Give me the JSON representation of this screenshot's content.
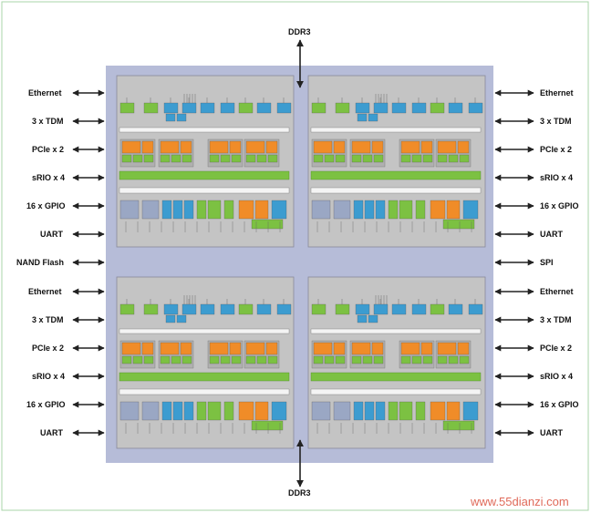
{
  "diagram": {
    "ddr_top": "DDR3",
    "ddr_bottom": "DDR3",
    "left_upper": [
      "Ethernet",
      "3 x TDM",
      "PCIe x 2",
      "sRIO x 4",
      "16 x GPIO",
      "UART"
    ],
    "left_middle": "NAND Flash",
    "left_lower": [
      "Ethernet",
      "3 x TDM",
      "PCIe x 2",
      "sRIO x 4",
      "16 x GPIO",
      "UART"
    ],
    "right_upper": [
      "Ethernet",
      "3 x TDM",
      "PCIe x 2",
      "sRIO x 4",
      "16 x GPIO",
      "UART"
    ],
    "right_middle": "SPI",
    "right_lower": [
      "Ethernet",
      "3 x TDM",
      "PCIe x 2",
      "sRIO x 4",
      "16 x GPIO",
      "UART"
    ],
    "watermark": "www.55dianzi.com"
  },
  "colors": {
    "package": "#b6bcd8",
    "quadrant": "#c4c4c4",
    "orange": "#f08c28",
    "green": "#7cc142",
    "blue": "#3c9cd0",
    "bus_white": "#f4f4f4",
    "arrow": "#222222"
  }
}
